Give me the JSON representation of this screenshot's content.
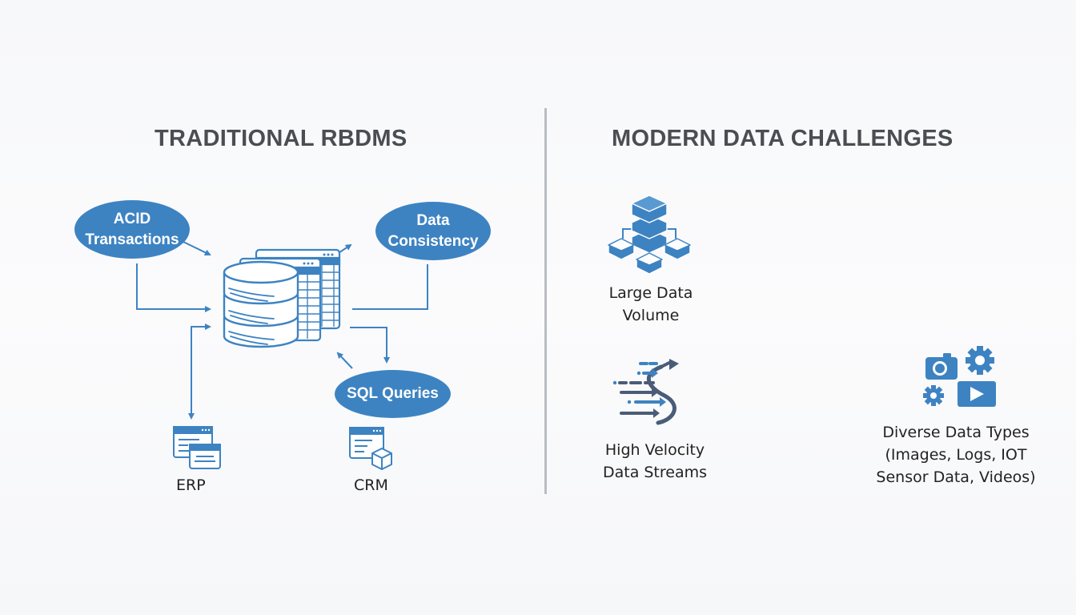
{
  "left_panel": {
    "title": "TRADITIONAL RBDMS",
    "nodes": {
      "acid": {
        "line1": "ACID",
        "line2": "Transactions"
      },
      "consistency": {
        "line1": "Data",
        "line2": "Consistency"
      },
      "sql": {
        "label": "SQL Queries"
      }
    },
    "sources": [
      {
        "label": "ERP",
        "icon": "browser-windows-icon"
      },
      {
        "label": "CRM",
        "icon": "browser-cube-icon"
      }
    ],
    "center_icon": "database-table-icon"
  },
  "right_panel": {
    "title": "MODERN DATA CHALLENGES",
    "items": [
      {
        "line1": "Large Data",
        "line2": "Volume",
        "icon": "stacked-cubes-icon"
      },
      {
        "line1": "High Velocity",
        "line2": "Data Streams",
        "icon": "stream-arrows-icon"
      },
      {
        "line1": "Diverse Data Types",
        "line2": "(Images, Logs, IOT",
        "line3": "Sensor Data, Videos)",
        "icon": "media-types-icon"
      }
    ]
  },
  "colors": {
    "accent": "#3d83c2",
    "title_text": "#4a4d52",
    "divider": "#b9bcc1"
  }
}
